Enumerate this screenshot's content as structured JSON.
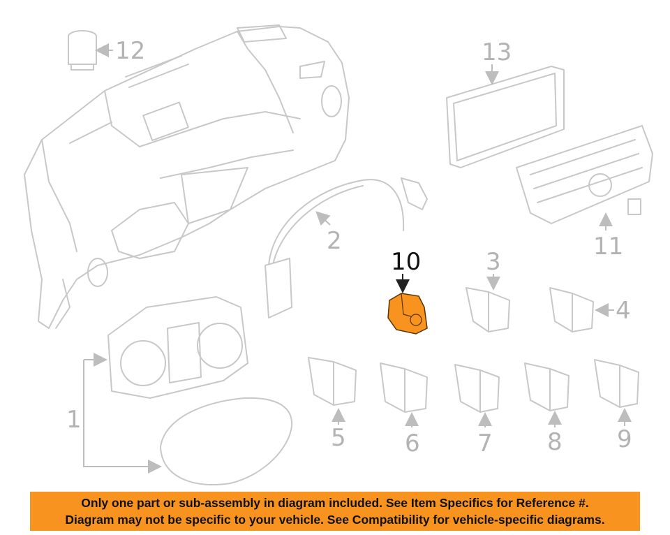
{
  "callouts": {
    "c1": "1",
    "c2": "2",
    "c3": "3",
    "c4": "4",
    "c5": "5",
    "c6": "6",
    "c7": "7",
    "c8": "8",
    "c9": "9",
    "c10": "10",
    "c11": "11",
    "c12": "12",
    "c13": "13"
  },
  "highlighted_part": "10",
  "colors": {
    "highlight_fill": "#f7931e",
    "line_art": "#c8c8c8",
    "banner": "#f7931e"
  },
  "banner": {
    "line1": "Only one part or sub-assembly in diagram included. See Item Specifics for Reference #.",
    "line2": "Diagram may not be specific to your vehicle. See Compatibility for vehicle-specific diagrams."
  }
}
